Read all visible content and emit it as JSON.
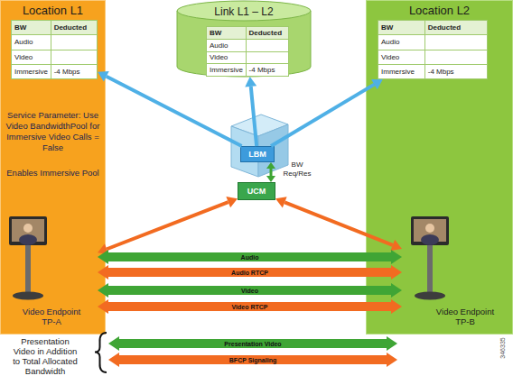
{
  "diagram": {
    "nodes": [
      {
        "text": [
          "Location L1",
          "Service Parameter: Use Video BandwidthPool for Immersive Video Calls = False",
          "Enables Immersive Pool"
        ]
      },
      {
        "text": [
          "BW",
          "Deducted",
          "Audio",
          "Video",
          "Immersive",
          "-4 Mbps"
        ],
        "in": 0
      },
      {
        "text": [
          "Link L1 – L2"
        ]
      },
      {
        "text": [
          "BW",
          "Deducted",
          "Audio",
          "Video",
          "Immersive",
          "-4 Mbps"
        ],
        "in": 2
      },
      {
        "text": [
          "Location L2"
        ]
      },
      {
        "text": [
          "BW",
          "Deducted",
          "Audio",
          "Video",
          "Immersive",
          "-4 Mbps"
        ],
        "in": 4
      },
      {
        "text": [
          "LBM"
        ]
      },
      {
        "text": [
          "UCM"
        ]
      },
      {
        "text": [
          "Video Endpoint TP-A"
        ],
        "in": 0
      },
      {
        "text": [
          "Video Endpoint TP-B"
        ],
        "in": 4
      }
    ],
    "edges": [
      {
        "from": 6,
        "to": 1,
        "arrow": "to"
      },
      {
        "from": 6,
        "to": 3,
        "arrow": "to"
      },
      {
        "from": 6,
        "to": 5,
        "arrow": "to"
      },
      {
        "from": 6,
        "to": 7,
        "label": "BW Req/Res",
        "arrow": "both"
      },
      {
        "from": 7,
        "to": 8,
        "arrow": "both"
      },
      {
        "from": 7,
        "to": 9,
        "arrow": "both"
      },
      {
        "from": 8,
        "to": 9,
        "label": "Audio",
        "arrow": "both"
      },
      {
        "from": 8,
        "to": 9,
        "label": "Audio RTCP",
        "arrow": "both"
      },
      {
        "from": 8,
        "to": 9,
        "label": "Video",
        "arrow": "both"
      },
      {
        "from": 8,
        "to": 9,
        "label": "Video RTCP",
        "arrow": "both"
      }
    ],
    "labels": [
      "Presentation Video",
      "BFCP Signaling",
      "Presentation Video in Addition to Total Allocated Bandwidth",
      "346335"
    ]
  }
}
